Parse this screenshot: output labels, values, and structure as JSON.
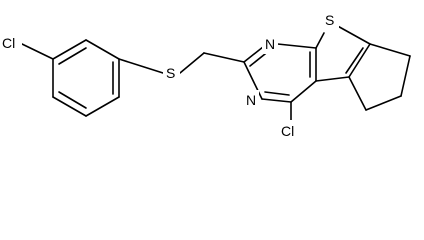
{
  "molecule": {
    "atom_labels": {
      "cl_left": "Cl",
      "s_thioether": "S",
      "n_top": "N",
      "s_thiophene": "S",
      "n_bottom": "N",
      "cl_bottom": "Cl"
    },
    "colors": {
      "bond": "#000000",
      "text": "#000000",
      "background": "#ffffff"
    }
  }
}
